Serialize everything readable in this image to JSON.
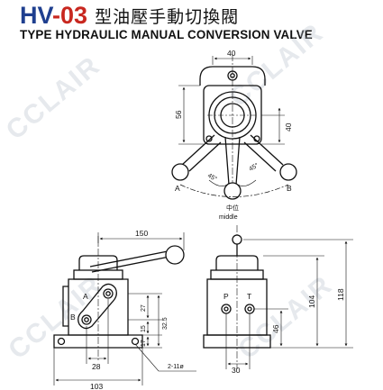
{
  "header": {
    "model_prefix": "HV",
    "model_suffix": "-03",
    "chinese_title": "型油壓手動切換閥",
    "english_title": "TYPE HYDRAULIC MANUAL CONVERSION VALVE"
  },
  "watermark": "CCLAIR",
  "top_view": {
    "dim_top": "40",
    "dim_left": "56",
    "dim_right": "40",
    "angle_left": "45°",
    "angle_right": "45°",
    "label_a": "A",
    "label_b": "B",
    "middle_cn": "中位",
    "middle_en": "middle"
  },
  "front_view": {
    "dim_lever": "150",
    "label_a": "A",
    "label_b": "B",
    "dim_27": "27",
    "dim_32_5": "32.5",
    "dim_15": "15",
    "dim_17": "17",
    "dim_28": "28",
    "dim_103": "103",
    "dim_holes": "2-11ø"
  },
  "side_view": {
    "label_p": "P",
    "label_t": "T",
    "dim_104": "104",
    "dim_118": "118",
    "dim_46": "46",
    "dim_30": "30"
  },
  "colors": {
    "model_blue": "#1f3f8f",
    "model_red": "#c8271f",
    "line": "#111111"
  }
}
